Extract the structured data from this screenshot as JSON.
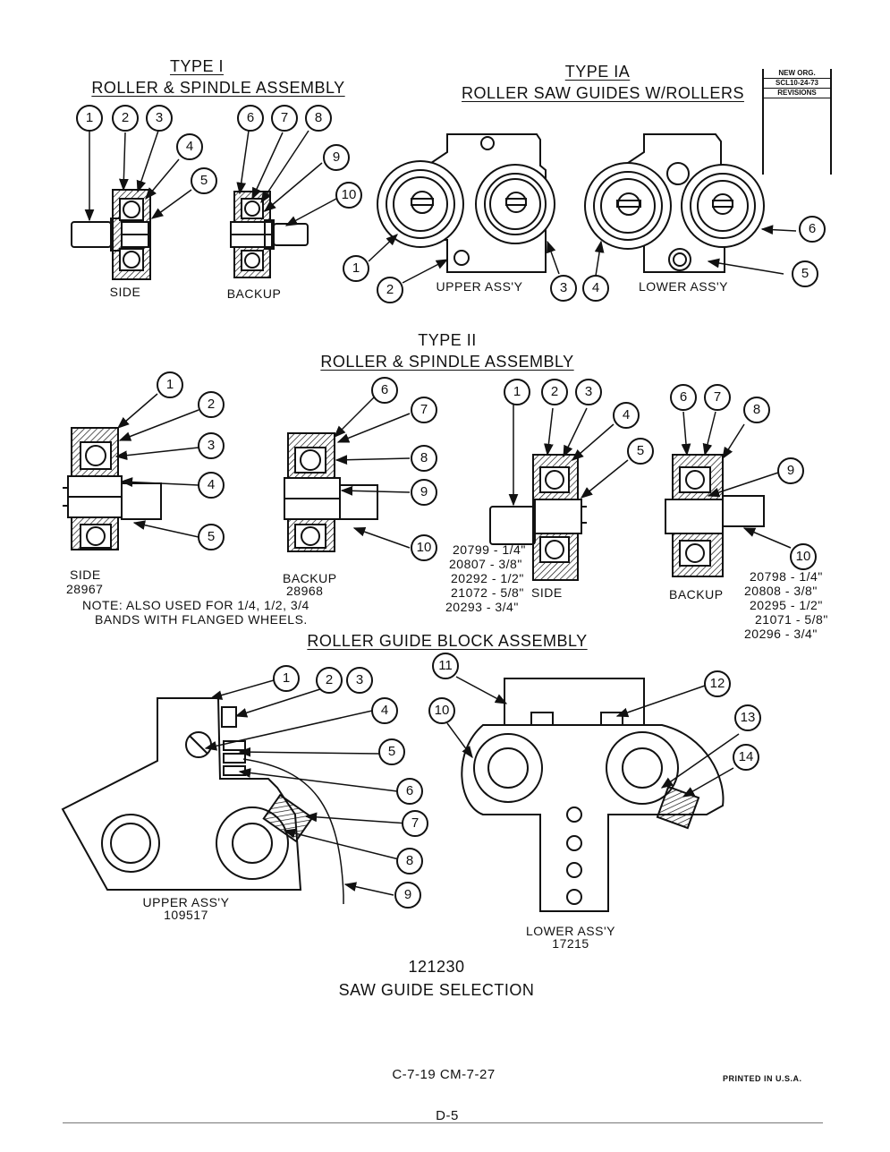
{
  "type1": {
    "heading_type": "TYPE I",
    "heading_title": "ROLLER & SPINDLE ASSEMBLY",
    "side_label": "SIDE",
    "backup_label": "BACKUP",
    "callouts": [
      "1",
      "2",
      "3",
      "4",
      "5",
      "6",
      "7",
      "8",
      "9",
      "10"
    ]
  },
  "type1a": {
    "heading_type": "TYPE IA",
    "heading_title": "ROLLER SAW GUIDES W/ROLLERS",
    "upper_label": "UPPER ASS'Y",
    "lower_label": "LOWER ASS'Y",
    "callouts": [
      "1",
      "2",
      "3",
      "4",
      "5",
      "6"
    ]
  },
  "revisions": {
    "line1": "NEW ORG.",
    "line2": "SCL10-24-73",
    "line3": "REVISIONS"
  },
  "type2": {
    "heading_type": "TYPE II",
    "heading_title": "ROLLER & SPINDLE ASSEMBLY",
    "side_label": "SIDE",
    "side_part": "28967",
    "backup_label": "BACKUP",
    "backup_part": "28968",
    "note_line1": "NOTE: ALSO USED FOR 1/4, 1/2, 3/4",
    "note_line2": "BANDS WITH FLANGED WHEELS.",
    "callouts": [
      "1",
      "2",
      "3",
      "4",
      "5",
      "6",
      "7",
      "8",
      "9",
      "10"
    ],
    "side_small_label": "SIDE",
    "backup_small_label": "BACKUP",
    "side_parts": [
      "20799 - 1/4\"",
      "20807 - 3/8\"",
      "20292 - 1/2\"",
      "21072 - 5/8\"",
      "20293 - 3/4\""
    ],
    "backup_parts": [
      "20798 - 1/4\"",
      "20808 - 3/8\"",
      "20295 - 1/2\"",
      "21071 - 5/8\"",
      "20296 - 3/4\""
    ]
  },
  "block": {
    "heading_title": "ROLLER GUIDE BLOCK ASSEMBLY",
    "upper_label": "UPPER ASS'Y",
    "upper_part": "109517",
    "lower_label": "LOWER ASS'Y",
    "lower_part": "17215",
    "upper_callouts": [
      "1",
      "2",
      "3",
      "4",
      "5",
      "6",
      "7",
      "8",
      "9"
    ],
    "lower_callouts": [
      "10",
      "11",
      "12",
      "13",
      "14"
    ]
  },
  "footer": {
    "drawing_number": "121230",
    "drawing_title": "SAW GUIDE SELECTION",
    "code": "C-7-19 CM-7-27",
    "printed": "PRINTED IN U.S.A.",
    "page": "D-5"
  }
}
